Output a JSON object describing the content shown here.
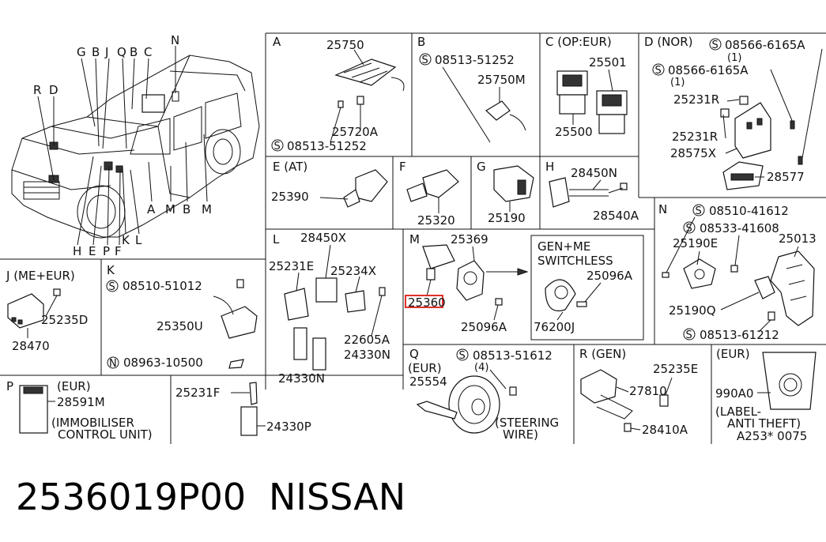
{
  "diagram": {
    "vehicle_callouts": [
      "G",
      "B",
      "J",
      "Q",
      "B",
      "C",
      "N",
      "R",
      "D",
      "H",
      "E",
      "P",
      "F",
      "K",
      "L",
      "A",
      "M",
      "B",
      "M"
    ],
    "sections": {
      "A": {
        "title": "A",
        "parts": [
          "25750",
          "25720A",
          "08513-51252"
        ]
      },
      "B": {
        "title": "B",
        "parts": [
          "08513-51252",
          "25750M"
        ]
      },
      "C": {
        "title": "C (OP:EUR)",
        "parts": [
          "25501",
          "25500"
        ]
      },
      "D": {
        "title": "D (NOR)",
        "parts": [
          "08566-6165A",
          "(1)",
          "08566-6165A",
          "(1)",
          "25231R",
          "25231R",
          "28575X",
          "28577"
        ]
      },
      "E": {
        "title": "E (AT)",
        "parts": [
          "25390"
        ]
      },
      "F": {
        "title": "F",
        "parts": [
          "25320"
        ]
      },
      "G": {
        "title": "G",
        "parts": [
          "25190"
        ]
      },
      "H": {
        "title": "H",
        "parts": [
          "28450N",
          "28540A"
        ]
      },
      "J": {
        "title": "J (ME+EUR)",
        "parts": [
          "25235D",
          "28470"
        ]
      },
      "K": {
        "title": "K",
        "parts": [
          "08510-51012",
          "25350U",
          "08963-10500"
        ]
      },
      "L": {
        "title": "L",
        "parts": [
          "28450X",
          "25231E",
          "25234X",
          "22605A",
          "24330N",
          "24330N"
        ]
      },
      "M": {
        "title": "M",
        "parts": [
          "25369",
          "25360",
          "25096A"
        ],
        "highlight": "25360",
        "highlight_color": "#e0312b"
      },
      "GEN": {
        "title_1": "GEN+ME",
        "title_2": "SWITCHLESS",
        "parts": [
          "25096A",
          "76200J"
        ]
      },
      "N": {
        "title": "N",
        "parts": [
          "08510-41612",
          "08533-41608",
          "25190E",
          "25013",
          "25190Q",
          "08513-61212"
        ]
      },
      "P": {
        "title": "P",
        "parts": [
          "(EUR)",
          "28591M"
        ],
        "note_1": "(IMMOBILISER",
        "note_2": "CONTROL UNIT)"
      },
      "P2": {
        "parts": [
          "25231F",
          "24330P"
        ]
      },
      "Q": {
        "title": "Q",
        "parts": [
          "08513-51612",
          "(4)",
          "(EUR)",
          "25554"
        ],
        "note_1": "(STEERING",
        "note_2": "WIRE)"
      },
      "R": {
        "title": "R (GEN)",
        "parts": [
          "25235E",
          "27810",
          "28410A"
        ]
      },
      "EUR": {
        "title": "(EUR)",
        "parts": [
          "990A0"
        ],
        "note_1": "(LABEL-",
        "note_2": "ANTI THEFT)"
      }
    },
    "drawing_code": "A253* 0075",
    "symbol_s": "S",
    "symbol_n": "N"
  },
  "footer": {
    "part_number": "2536019P00",
    "brand": "NISSAN"
  }
}
